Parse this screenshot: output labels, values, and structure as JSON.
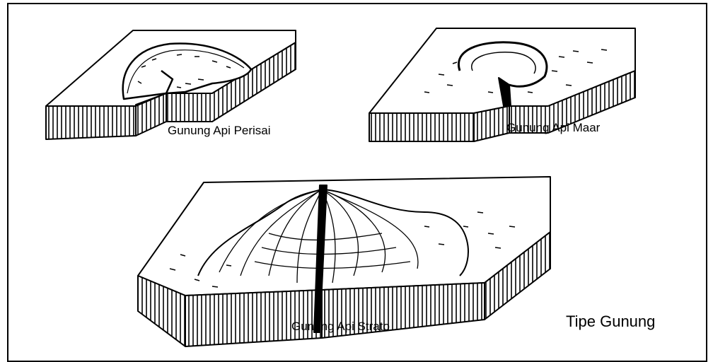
{
  "diagram": {
    "labels": {
      "perisai": "Gunung Api Perisai",
      "maar": "Gunung Api Maar",
      "strato": "Gunung Api Strato"
    },
    "caption": "Tipe Gunung",
    "colors": {
      "ink": "#000000",
      "paper": "#ffffff"
    }
  }
}
